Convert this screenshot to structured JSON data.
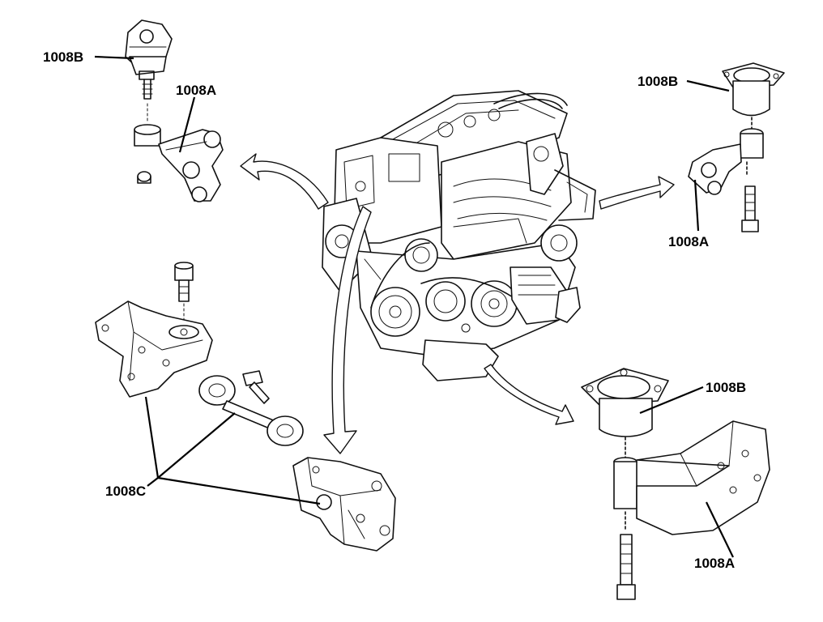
{
  "labels": {
    "top_left_b": "1008B",
    "top_left_a": "1008A",
    "top_right_b": "1008B",
    "top_right_a": "1008A",
    "bottom_right_b": "1008B",
    "bottom_right_a": "1008A",
    "bottom_left_c": "1008C"
  },
  "colors": {
    "line": "#111111",
    "background": "#ffffff"
  }
}
